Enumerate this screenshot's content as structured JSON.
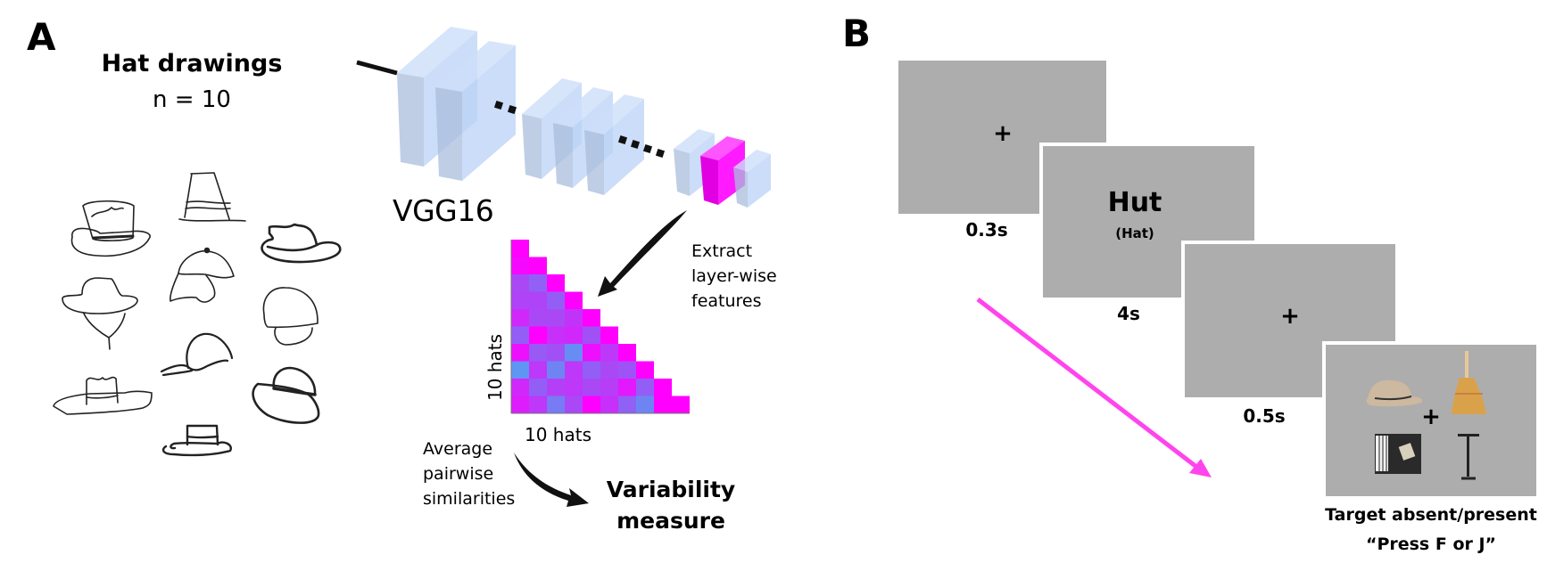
{
  "panel_a": {
    "letter": "A",
    "title": "Hat drawings",
    "subtitle": "n = 10",
    "hat_drawings": [
      {
        "name": "top-hat-scribbled"
      },
      {
        "name": "tall-tapered-hat"
      },
      {
        "name": "fedora-bold"
      },
      {
        "name": "cowboy-hat-with-face"
      },
      {
        "name": "baseball-cap-with-button"
      },
      {
        "name": "beanie-helmet-with-face"
      },
      {
        "name": "cap-open-brim"
      },
      {
        "name": "cowboy-hat-wide-brim"
      },
      {
        "name": "bowler-hat-bold"
      },
      {
        "name": "top-hat-short"
      }
    ],
    "network_label": "VGG16",
    "extract_label_lines": [
      "Extract",
      "layer-wise",
      "features"
    ],
    "heatmap": {
      "ylabel": "10 hats",
      "xlabel": "10 hats"
    },
    "average_label_lines": [
      "Average",
      "pairwise",
      "similarities"
    ],
    "result_label_lines": [
      "Variability",
      "measure"
    ],
    "colors": {
      "layer_fill": "#c8dcf8",
      "highlight_layer": "#ff1aff",
      "heatmap_low": "#4fa6f2",
      "heatmap_high": "#ff00ff"
    }
  },
  "chart_data": {
    "type": "heatmap",
    "title": "",
    "xlabel": "10 hats",
    "ylabel": "10 hats",
    "shape": "lower-triangle",
    "scale": "similarity (low = blue, high = magenta)",
    "vrange": [
      0,
      1
    ],
    "matrix": [
      [
        1.0
      ],
      [
        0.95,
        1.0
      ],
      [
        0.55,
        0.4,
        1.0
      ],
      [
        0.58,
        0.58,
        0.42,
        1.0
      ],
      [
        0.75,
        0.55,
        0.55,
        0.68,
        1.0
      ],
      [
        0.42,
        1.0,
        0.7,
        0.75,
        0.5,
        1.0
      ],
      [
        0.9,
        0.45,
        0.5,
        0.15,
        0.9,
        0.65,
        1.0
      ],
      [
        0.1,
        0.65,
        0.2,
        0.65,
        0.42,
        0.55,
        0.48,
        1.0
      ],
      [
        0.75,
        0.42,
        0.6,
        0.65,
        0.55,
        0.62,
        0.85,
        0.42,
        1.0
      ],
      [
        0.82,
        0.65,
        0.25,
        0.55,
        1.0,
        0.7,
        0.4,
        0.2,
        1.0,
        1.0
      ]
    ]
  },
  "panel_b": {
    "letter": "B",
    "screens": [
      {
        "content": "+",
        "duration": "0.3s"
      },
      {
        "word": "Hut",
        "translation": "(Hat)",
        "duration": "4s"
      },
      {
        "content": "+",
        "duration": "0.5s"
      },
      {
        "fixation": "+",
        "objects": [
          "fedora-hat",
          "broom",
          "accordion",
          "bicycle-pump"
        ]
      }
    ],
    "caption_line1": "Target absent/present",
    "caption_line2": "“Press F or J”",
    "arrow_color": "#ff44ee"
  }
}
